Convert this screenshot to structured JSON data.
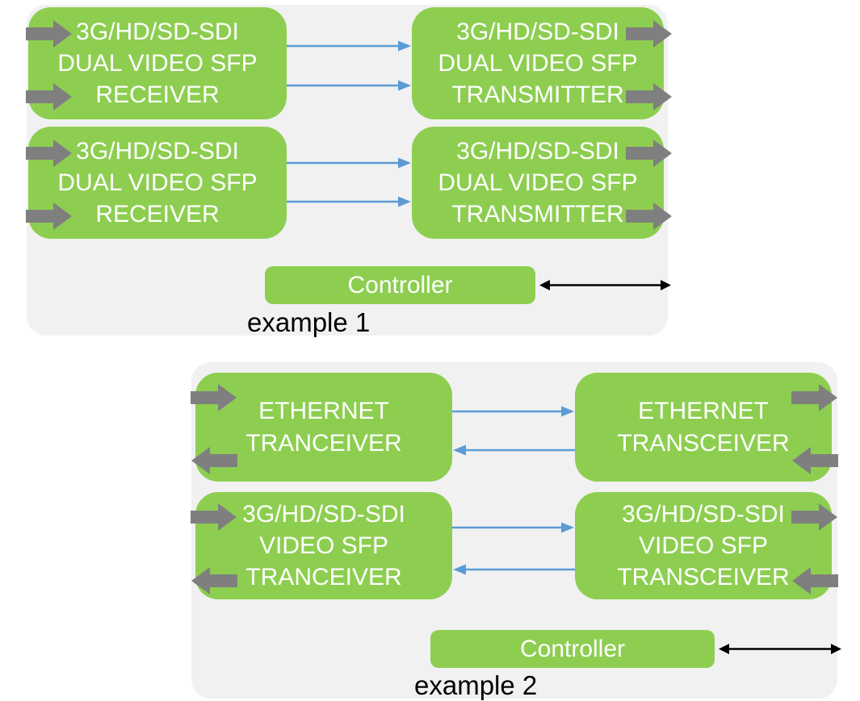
{
  "colors": {
    "block_green": "#8dce50",
    "panel_gray": "#f1f1f2",
    "arrow_gray": "#7f7f7f",
    "arrow_blue": "#5b9bd5",
    "arrow_black": "#000000",
    "block_text_white": "#ffffff"
  },
  "example1": {
    "label": "example 1",
    "controller_label": "Controller",
    "receiver_top": {
      "line1": "3G/HD/SD-SDI",
      "line2": "DUAL VIDEO SFP",
      "line3": "RECEIVER"
    },
    "receiver_bottom": {
      "line1": "3G/HD/SD-SDI",
      "line2": "DUAL VIDEO SFP",
      "line3": "RECEIVER"
    },
    "transmitter_top": {
      "line1": "3G/HD/SD-SDI",
      "line2": "DUAL VIDEO SFP",
      "line3": "TRANSMITTER"
    },
    "transmitter_bottom": {
      "line1": "3G/HD/SD-SDI",
      "line2": "DUAL VIDEO SFP",
      "line3": "TRANSMITTER"
    }
  },
  "example2": {
    "label": "example 2",
    "controller_label": "Controller",
    "ethernet_left": {
      "line1": "ETHERNET",
      "line2": "TRANCEIVER"
    },
    "ethernet_right": {
      "line1": "ETHERNET",
      "line2": "TRANSCEIVER"
    },
    "video_left": {
      "line1": "3G/HD/SD-SDI",
      "line2": "VIDEO SFP",
      "line3": "TRANCEIVER"
    },
    "video_right": {
      "line1": "3G/HD/SD-SDI",
      "line2": "VIDEO SFP",
      "line3": "TRANSCEIVER"
    }
  }
}
